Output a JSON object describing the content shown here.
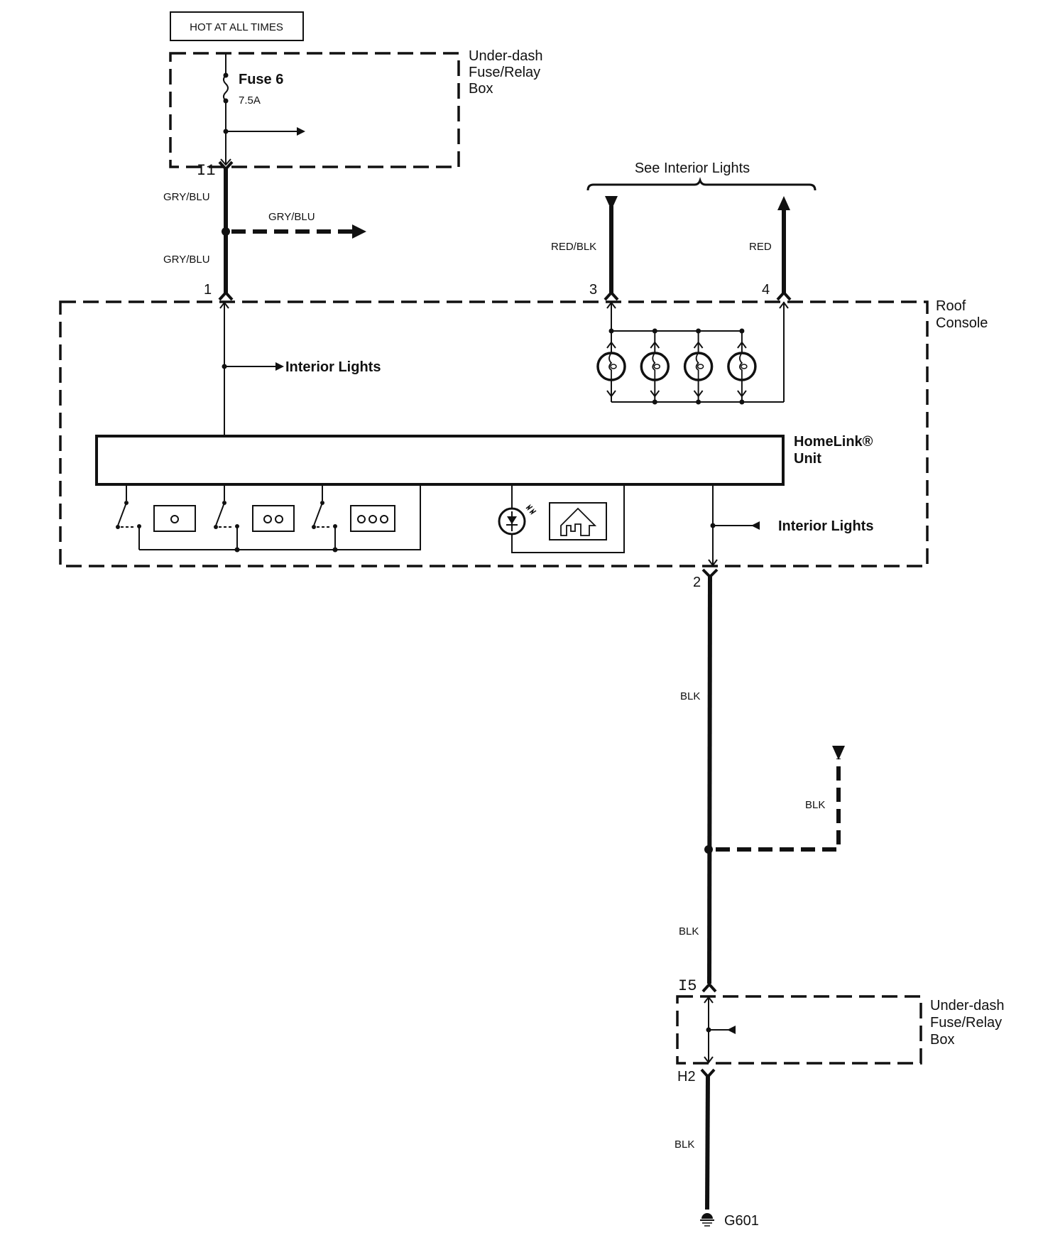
{
  "diagram": {
    "title_box": "HOT AT ALL TIMES",
    "upper_fuse_box": {
      "name_lines": [
        "Under-dash",
        "Fuse/Relay",
        "Box"
      ],
      "fuse_label": "Fuse 6",
      "fuse_rating": "7.5A"
    },
    "connectors": {
      "i1": "I1",
      "i5": "I5",
      "h2": "H2"
    },
    "wires": {
      "gry_blu_upper": "GRY/BLU",
      "gry_blu_branch": "GRY/BLU",
      "gry_blu_lower": "GRY/BLU",
      "red_blk": "RED/BLK",
      "red": "RED",
      "blk_upper": "BLK",
      "blk_branch": "BLK",
      "blk_middle": "BLK",
      "blk_lower": "BLK"
    },
    "see_interior_lights": "See Interior Lights",
    "roof_console": {
      "name_lines": [
        "Roof",
        "Console"
      ],
      "pins": {
        "p1": "1",
        "p2": "2",
        "p3": "3",
        "p4": "4"
      },
      "interior_lights_out": "Interior Lights",
      "interior_lights_in": "Interior Lights",
      "lamp_count": 4,
      "homelink": {
        "name_lines": [
          "HomeLink®",
          "Unit"
        ],
        "buttons": [
          {
            "name": "button-1",
            "dots": 1
          },
          {
            "name": "button-2",
            "dots": 2
          },
          {
            "name": "button-3",
            "dots": 3
          }
        ]
      }
    },
    "lower_fuse_box": {
      "name_lines": [
        "Under-dash",
        "Fuse/Relay",
        "Box"
      ]
    },
    "ground": "G601"
  }
}
